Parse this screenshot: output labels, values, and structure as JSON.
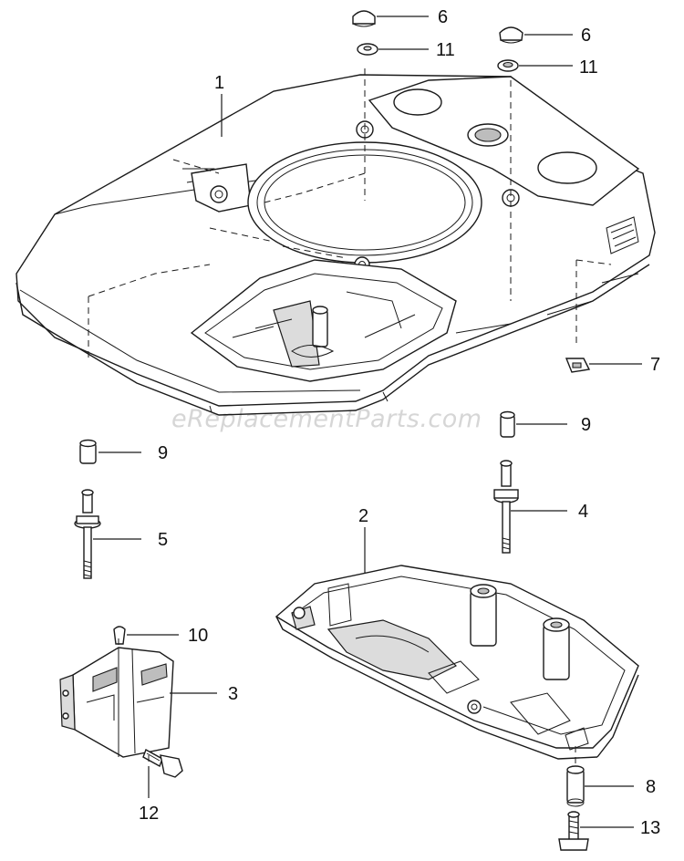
{
  "watermark": "eReplacementParts.com",
  "callouts": {
    "housing_top": "1",
    "base_pan": "2",
    "bracket": "3",
    "stud_right": "4",
    "stud_left": "5",
    "cap_left": "6",
    "cap_right": "6",
    "clip": "7",
    "bushing_bottom": "8",
    "bushing_left": "9",
    "bushing_right": "9",
    "small_pin": "10",
    "washer_left": "11",
    "washer_right": "11",
    "screw_bracket": "12",
    "screw_bottom": "13"
  }
}
